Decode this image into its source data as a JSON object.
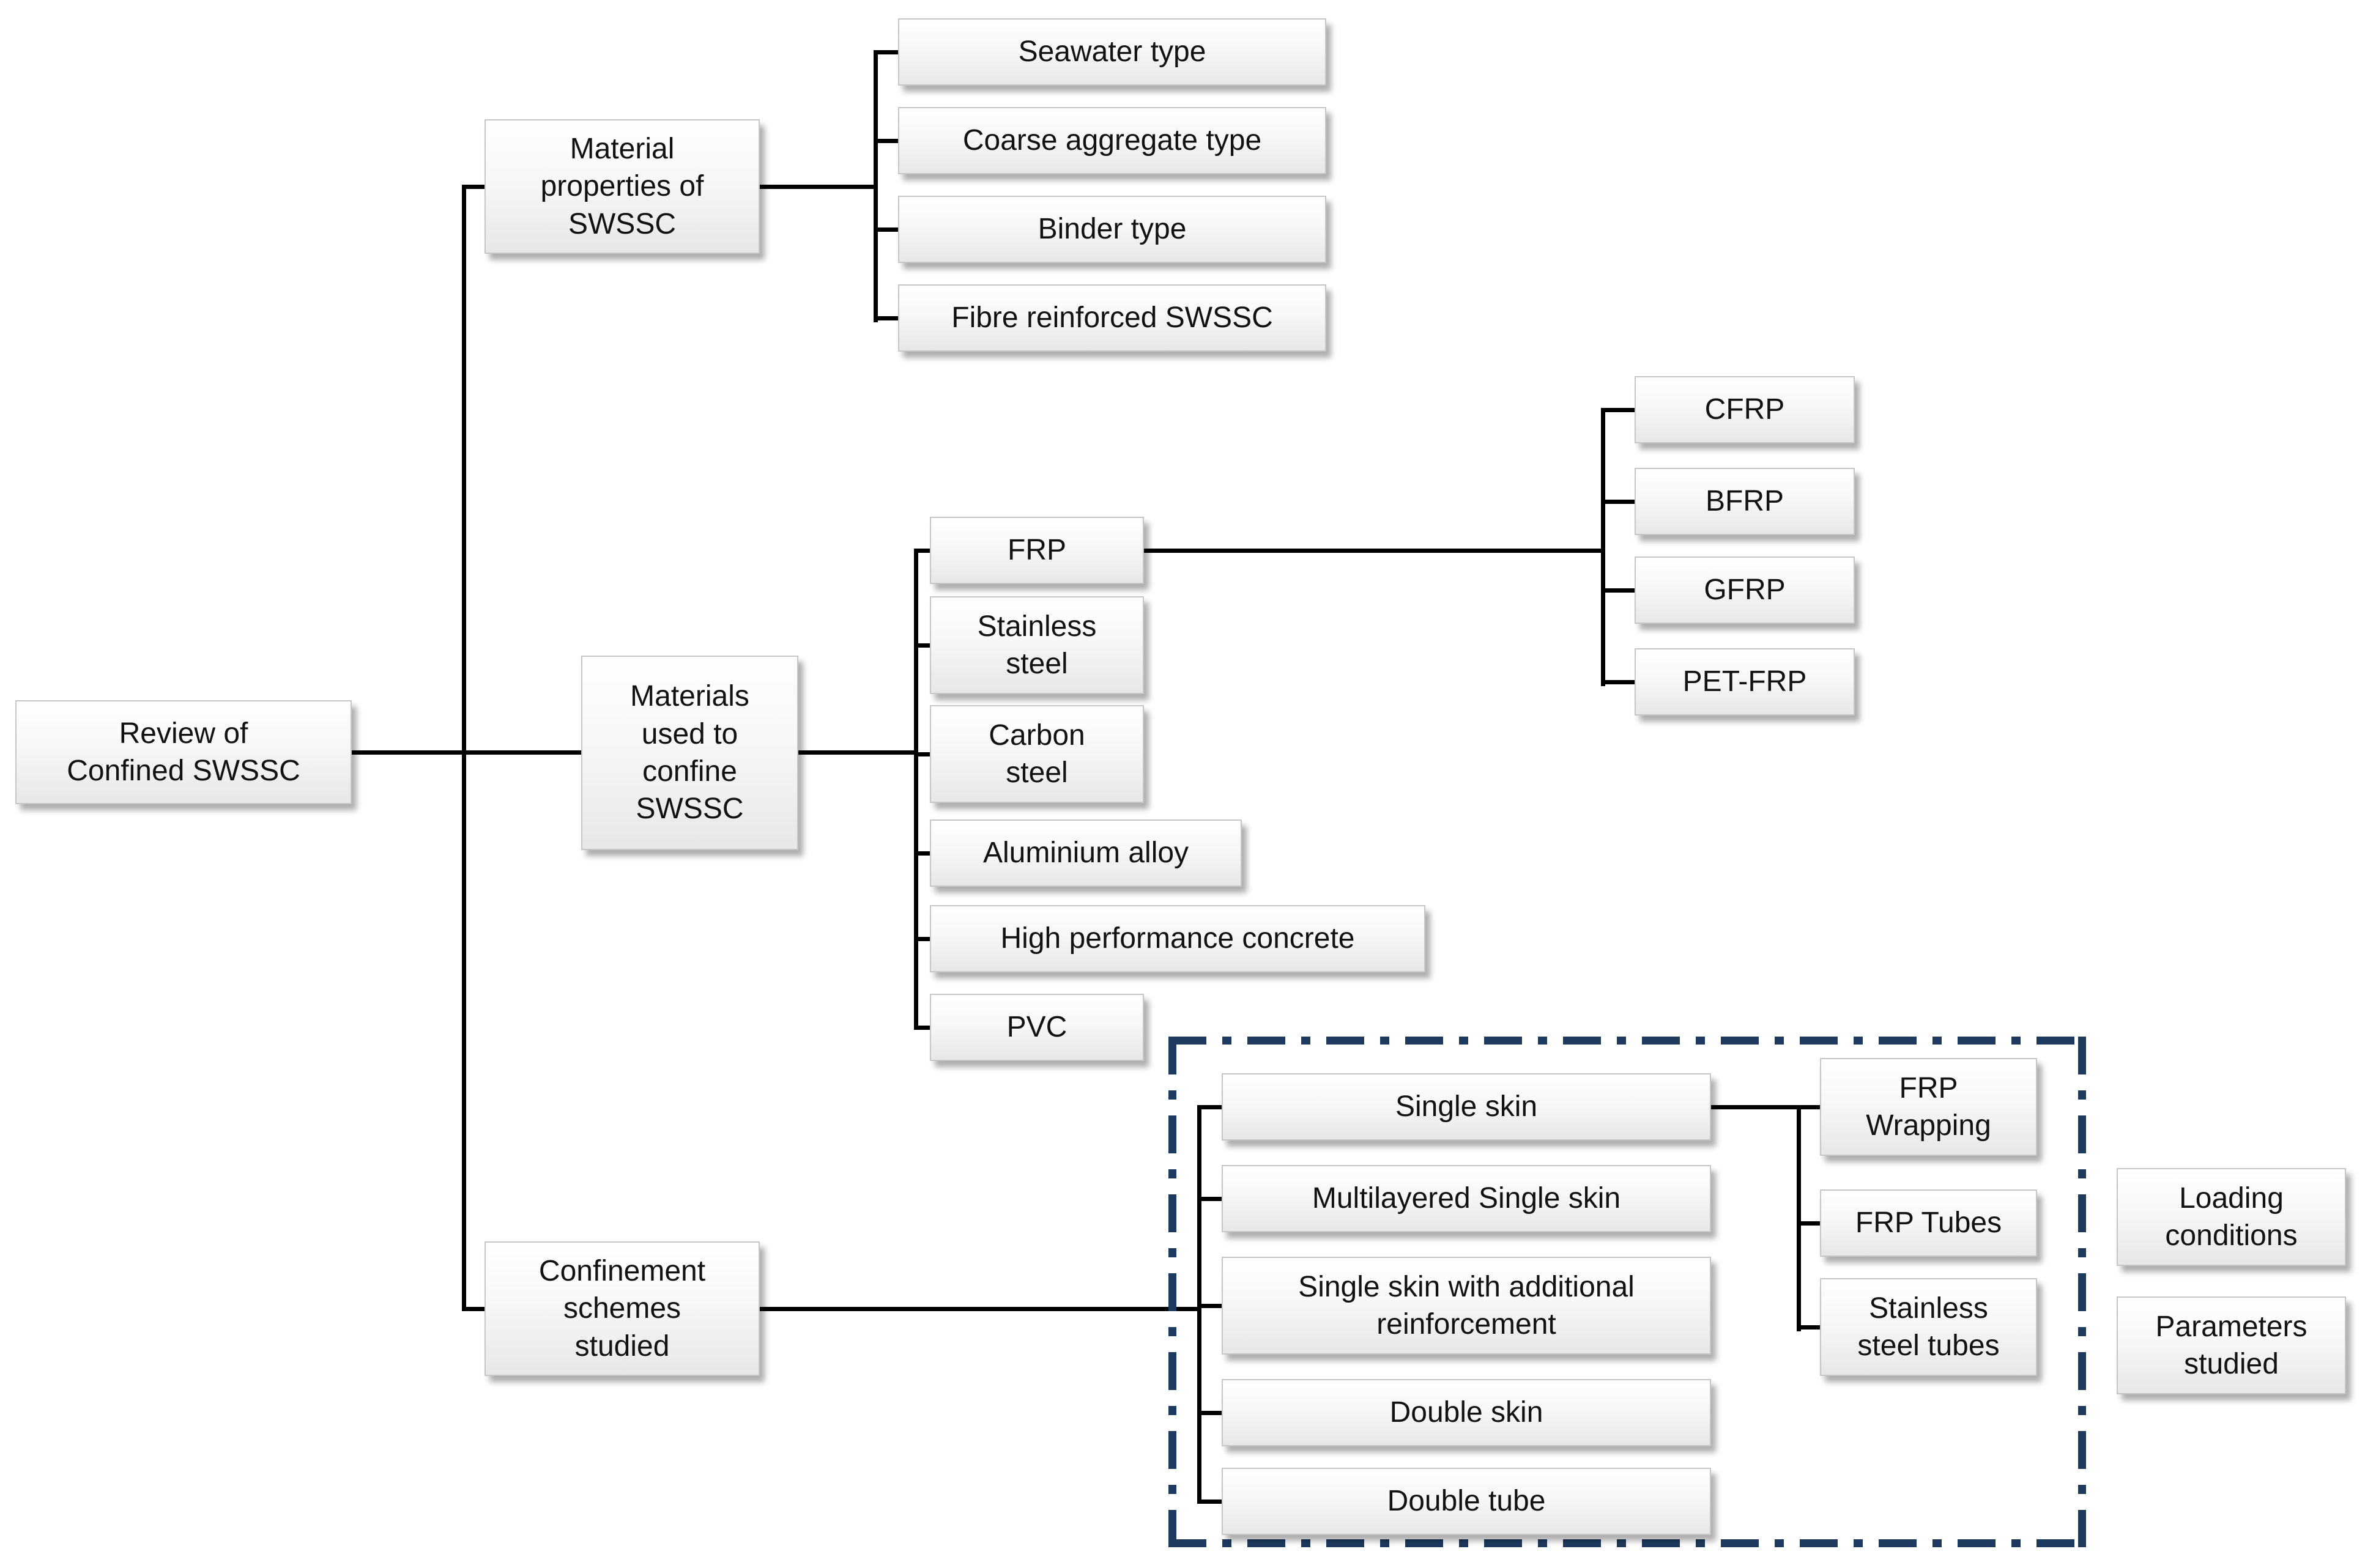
{
  "figure": {
    "type": "hierarchy-diagram",
    "title": "Review of Confined SWSSC"
  },
  "colors": {
    "page_background": "#ffffff",
    "connector_line": "#000000",
    "dashed_box_border": "#1e3a5f",
    "box_border": "#c6c6c6",
    "box_background_top": "#ffffff",
    "box_background_bottom": "#e7e7e7",
    "text": "#121212"
  },
  "nodes": {
    "root": {
      "label": "Review of\nConfined SWSSC"
    },
    "material_properties": {
      "label": "Material\nproperties of\nSWSSC"
    },
    "seawater_type": {
      "label": "Seawater type"
    },
    "coarse_aggregate_type": {
      "label": "Coarse aggregate type"
    },
    "binder_type": {
      "label": "Binder type"
    },
    "fibre_reinforced_swssc": {
      "label": "Fibre reinforced SWSSC"
    },
    "materials_confine": {
      "label": "Materials\nused to\nconfine\nSWSSC"
    },
    "frp": {
      "label": "FRP"
    },
    "cfrp": {
      "label": "CFRP"
    },
    "bfrp": {
      "label": "BFRP"
    },
    "gfrp": {
      "label": "GFRP"
    },
    "pet_frp": {
      "label": "PET-FRP"
    },
    "stainless_steel": {
      "label": "Stainless\nsteel"
    },
    "carbon_steel": {
      "label": "Carbon\nsteel"
    },
    "aluminium_alloy": {
      "label": "Aluminium alloy"
    },
    "high_performance_concrete": {
      "label": "High performance concrete"
    },
    "pvc": {
      "label": "PVC"
    },
    "confinement_schemes": {
      "label": "Confinement\nschemes\nstudied"
    },
    "single_skin": {
      "label": "Single skin"
    },
    "multilayered_single_skin": {
      "label": "Multilayered Single skin"
    },
    "single_skin_additional_reinforcement": {
      "label": "Single skin with additional\nreinforcement"
    },
    "double_skin": {
      "label": "Double skin"
    },
    "double_tube": {
      "label": "Double tube"
    },
    "frp_wrapping": {
      "label": "FRP\nWrapping"
    },
    "frp_tubes": {
      "label": "FRP Tubes"
    },
    "stainless_steel_tubes": {
      "label": "Stainless\nsteel tubes"
    },
    "loading_conditions": {
      "label": "Loading\nconditions"
    },
    "parameters_studied": {
      "label": "Parameters\nstudied"
    }
  },
  "hierarchy": {
    "root": [
      "material_properties",
      "materials_confine",
      "confinement_schemes"
    ],
    "material_properties": [
      "seawater_type",
      "coarse_aggregate_type",
      "binder_type",
      "fibre_reinforced_swssc"
    ],
    "materials_confine": [
      "frp",
      "stainless_steel",
      "carbon_steel",
      "aluminium_alloy",
      "high_performance_concrete",
      "pvc"
    ],
    "frp": [
      "cfrp",
      "bfrp",
      "gfrp",
      "pet_frp"
    ],
    "confinement_schemes": [
      "single_skin",
      "multilayered_single_skin",
      "single_skin_additional_reinforcement",
      "double_skin",
      "double_tube"
    ],
    "single_skin": [
      "frp_wrapping",
      "frp_tubes",
      "stainless_steel_tubes"
    ],
    "standalone": [
      "loading_conditions",
      "parameters_studied"
    ],
    "dashed_box_encloses": [
      "single_skin",
      "multilayered_single_skin",
      "single_skin_additional_reinforcement",
      "double_skin",
      "double_tube",
      "frp_wrapping",
      "frp_tubes",
      "stainless_steel_tubes"
    ]
  }
}
